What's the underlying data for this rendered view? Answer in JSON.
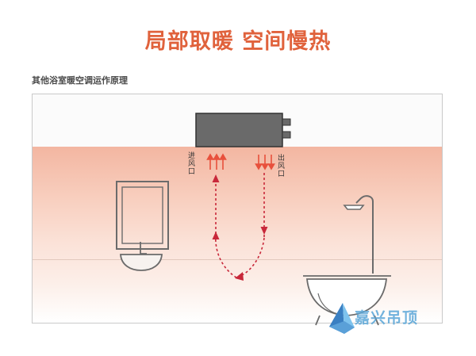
{
  "headline": "局部取暖 空间慢热",
  "subheading": "其他浴室暖空调运作原理",
  "labels": {
    "inlet": "进风口",
    "outlet": "出风口"
  },
  "watermark": "嘉兴吊顶",
  "colors": {
    "headline": "#e0623c",
    "arrow": "#c8283a",
    "unit_body": "#6a6a6a",
    "watermark": "#5aa6d8",
    "fixture_stroke": "#6b6b6b"
  },
  "icons": {
    "logo": "triangular-crystal-logo"
  }
}
